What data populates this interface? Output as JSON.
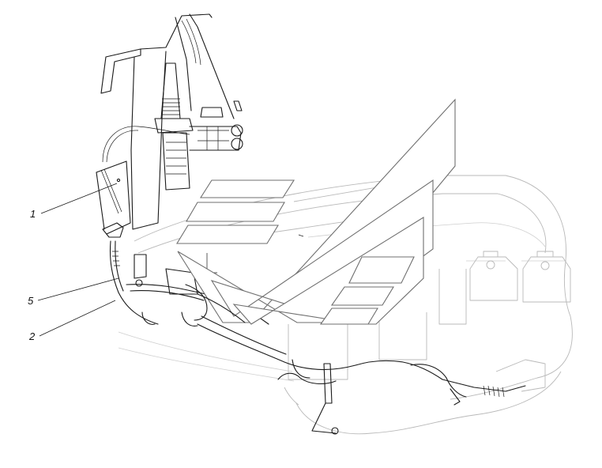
{
  "callouts": [
    {
      "id": "1",
      "label": "1"
    },
    {
      "id": "5",
      "label": "5"
    },
    {
      "id": "2",
      "label": "2"
    }
  ],
  "colors": {
    "line_dark": "#1a1a1a",
    "line_faint": "#b9b9b9",
    "watermark": "#6f6f6f",
    "background": "#ffffff"
  }
}
